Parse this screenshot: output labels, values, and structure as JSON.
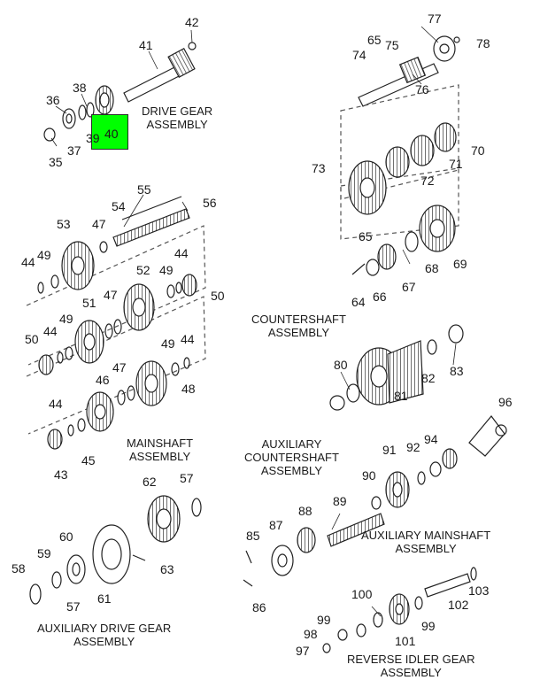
{
  "diagram": {
    "captions": {
      "drive_gear": "DRIVE GEAR\nASSEMBLY",
      "countershaft": "COUNTERSHAFT\nASSEMBLY",
      "mainshaft": "MAINSHAFT\nASSEMBLY",
      "aux_countershaft": "AUXILIARY\nCOUNTERSHAFT\nASSEMBLY",
      "aux_mainshaft": "AUXILIARY MAINSHAFT\nASSEMBLY",
      "aux_drive_gear": "AUXILIARY DRIVE GEAR\nASSEMBLY",
      "reverse_idler": "REVERSE IDLER GEAR\nASSEMBLY"
    },
    "highlight": {
      "part_a": "39",
      "part_b": "40",
      "color": "#00ff00"
    },
    "part_numbers": {
      "n42": "42",
      "n41": "41",
      "n38": "38",
      "n36": "36",
      "n37": "37",
      "n35": "35",
      "n77": "77",
      "n78": "78",
      "n65a": "65",
      "n75": "75",
      "n74": "74",
      "n76": "76",
      "n70": "70",
      "n71": "71",
      "n72": "72",
      "n73": "73",
      "n55": "55",
      "n54": "54",
      "n56": "56",
      "n53": "53",
      "n47a": "47",
      "n44a": "44",
      "n49a": "49",
      "n52": "52",
      "n49b": "49",
      "n44b": "44",
      "n50a": "50",
      "n51": "51",
      "n47b": "47",
      "n50b": "50",
      "n44c": "44",
      "n49c": "49",
      "n47c": "47",
      "n46": "46",
      "n48": "48",
      "n49d": "49",
      "n44d": "44",
      "n44e": "44",
      "n45": "45",
      "n43": "43",
      "n65b": "65",
      "n64": "64",
      "n66": "66",
      "n67": "67",
      "n68": "68",
      "n69": "69",
      "n80": "80",
      "n81": "81",
      "n82": "82",
      "n83": "83",
      "n96": "96",
      "n91": "91",
      "n92": "92",
      "n94": "94",
      "n90": "90",
      "n89": "89",
      "n88": "88",
      "n87": "87",
      "n85": "85",
      "n86": "86",
      "n62": "62",
      "n57a": "57",
      "n60": "60",
      "n59": "59",
      "n58": "58",
      "n57b": "57",
      "n61": "61",
      "n63": "63",
      "n103": "103",
      "n102": "102",
      "n100": "100",
      "n99a": "99",
      "n99b": "99",
      "n98": "98",
      "n97": "97",
      "n101": "101"
    }
  }
}
